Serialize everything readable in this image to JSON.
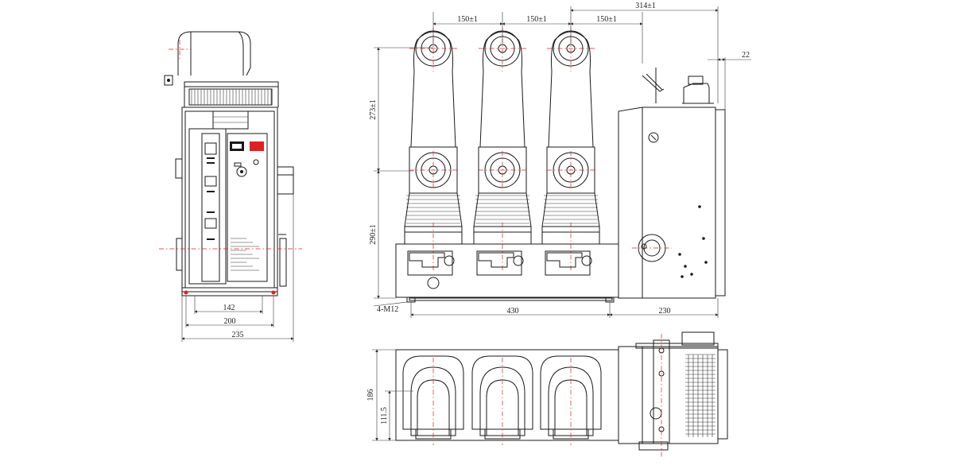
{
  "dimensions": {
    "side_width_inner": "142",
    "side_width_mid": "200",
    "side_width_outer": "235",
    "pole_spacing_1": "150±1",
    "pole_spacing_2": "150±1",
    "pole_spacing_3": "150±1",
    "overall_right": "314±1",
    "offset_22": "22",
    "height_upper": "273±1",
    "height_lower": "290±1",
    "mount_hole": "4-M12",
    "base_length": "430",
    "mechanism_length": "230",
    "top_depth": "186",
    "top_center": "111.5"
  },
  "colors": {
    "line": "#1a1a1a",
    "centerline": "#e02020",
    "background": "#ffffff"
  }
}
